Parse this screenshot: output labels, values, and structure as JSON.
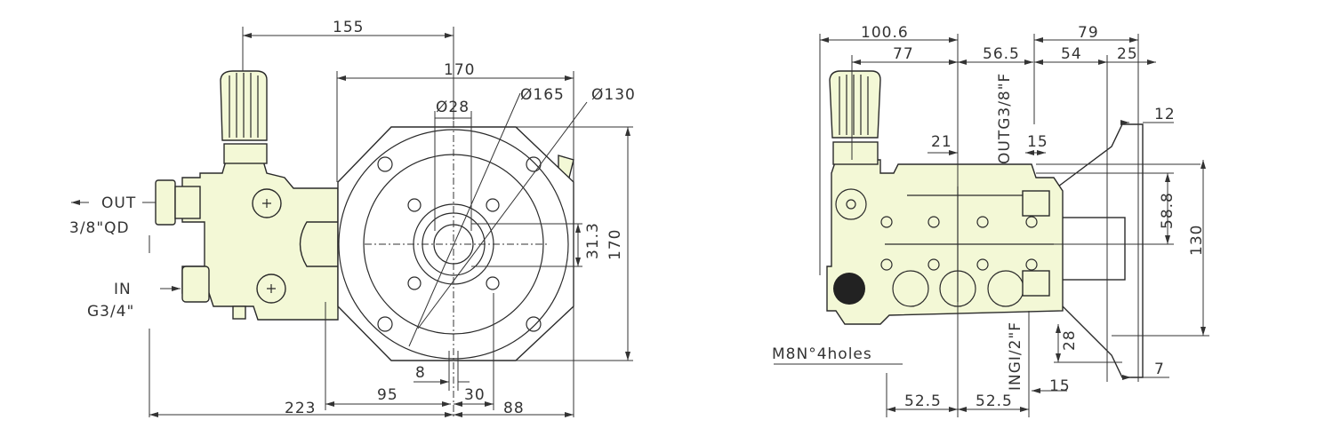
{
  "title": "Pump dimensional drawing",
  "front_view": {
    "dims": {
      "d155": "155",
      "d170_width": "170",
      "dia28": "Ø28",
      "dia165": "Ø165",
      "dia130": "Ø130",
      "d170_height": "170",
      "d31_3": "31.3",
      "d8": "8",
      "d95": "95",
      "d30": "30",
      "d223": "223",
      "d88": "88"
    },
    "outlet_label": "OUT",
    "outlet_size": "3/8\"QD",
    "inlet_label": "IN",
    "inlet_size": "G3/4\""
  },
  "side_view": {
    "dims": {
      "d100_6": "100.6",
      "d77": "77",
      "d56_5": "56.5",
      "d79": "79",
      "d54": "54",
      "d25": "25",
      "d12": "12",
      "d21": "21",
      "d15_top": "15",
      "d58_8": "58.8",
      "d130": "130",
      "d28": "28",
      "d7": "7",
      "d15_bottom": "15",
      "d52_5_left": "52.5",
      "d52_5_right": "52.5"
    },
    "outlet_port": "OUTG3/8\"F",
    "inlet_port": "INGI/2\"F",
    "mount_holes": "M8N°4holes"
  },
  "colors": {
    "body_fill": "#f3f8d6",
    "line": "#2a2a2a"
  }
}
